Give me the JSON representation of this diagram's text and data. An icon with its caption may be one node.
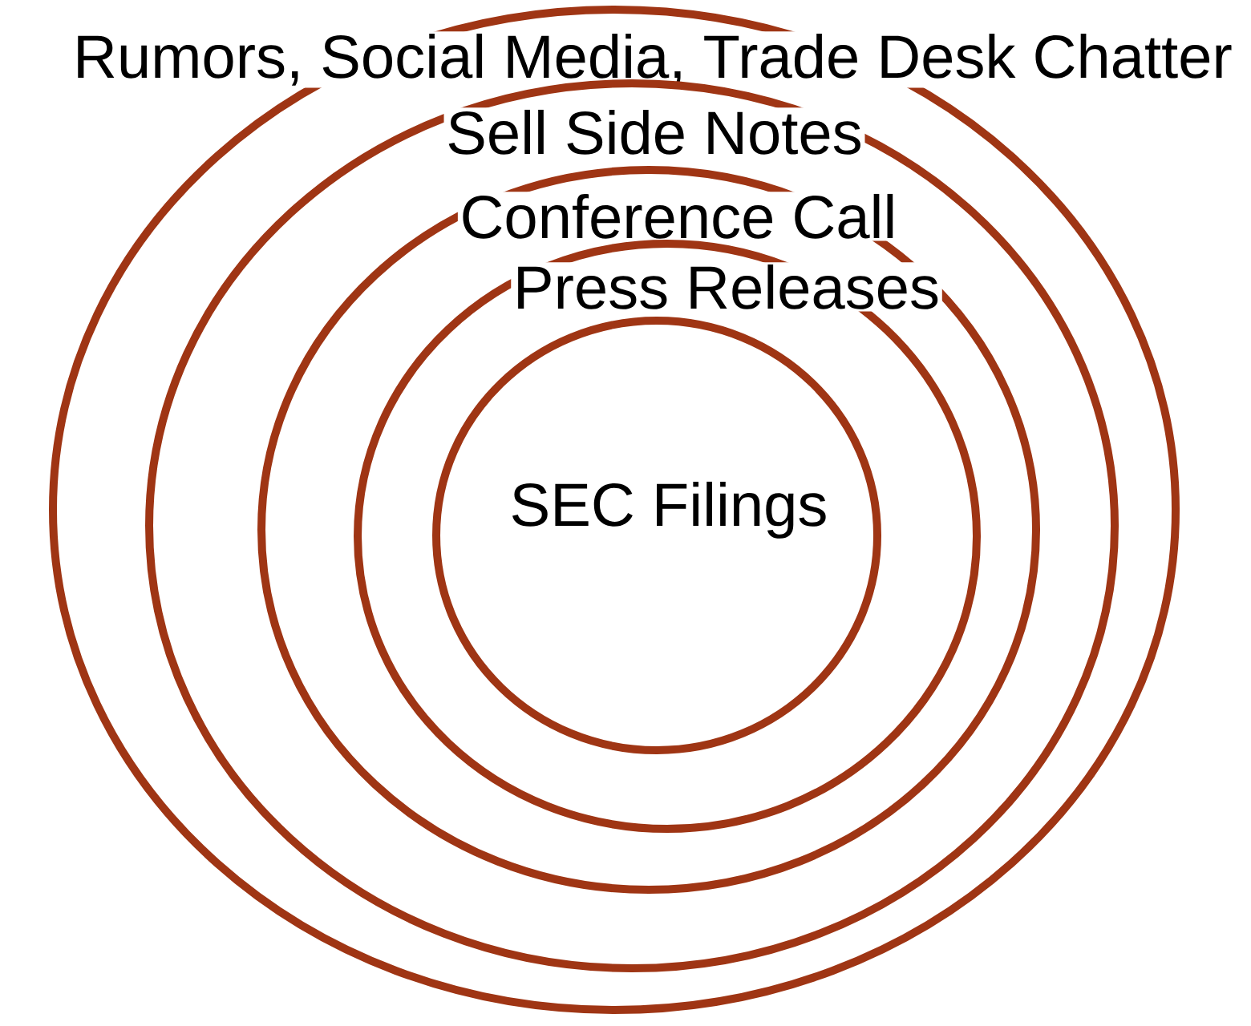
{
  "diagram": {
    "nodes": [
      {
        "text": [
          "Rumors, Social Media, Trade Desk Chatter"
        ]
      },
      {
        "text": [
          "Sell Side Notes"
        ],
        "in": 0
      },
      {
        "text": [
          "Conference Call"
        ],
        "in": 1
      },
      {
        "text": [
          "Press Releases"
        ],
        "in": 2
      },
      {
        "text": [
          "SEC Filings"
        ],
        "in": 3
      }
    ]
  }
}
